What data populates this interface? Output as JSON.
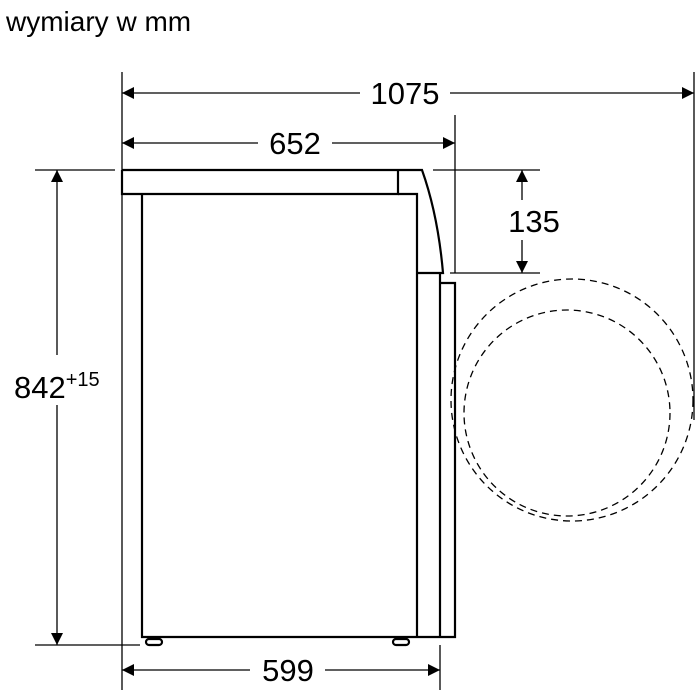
{
  "title": "wymiary w mm",
  "dimensions": {
    "total_depth": "1075",
    "depth_top": "652",
    "panel_height": "135",
    "height": "842",
    "height_tolerance": "+15",
    "width": "599"
  }
}
